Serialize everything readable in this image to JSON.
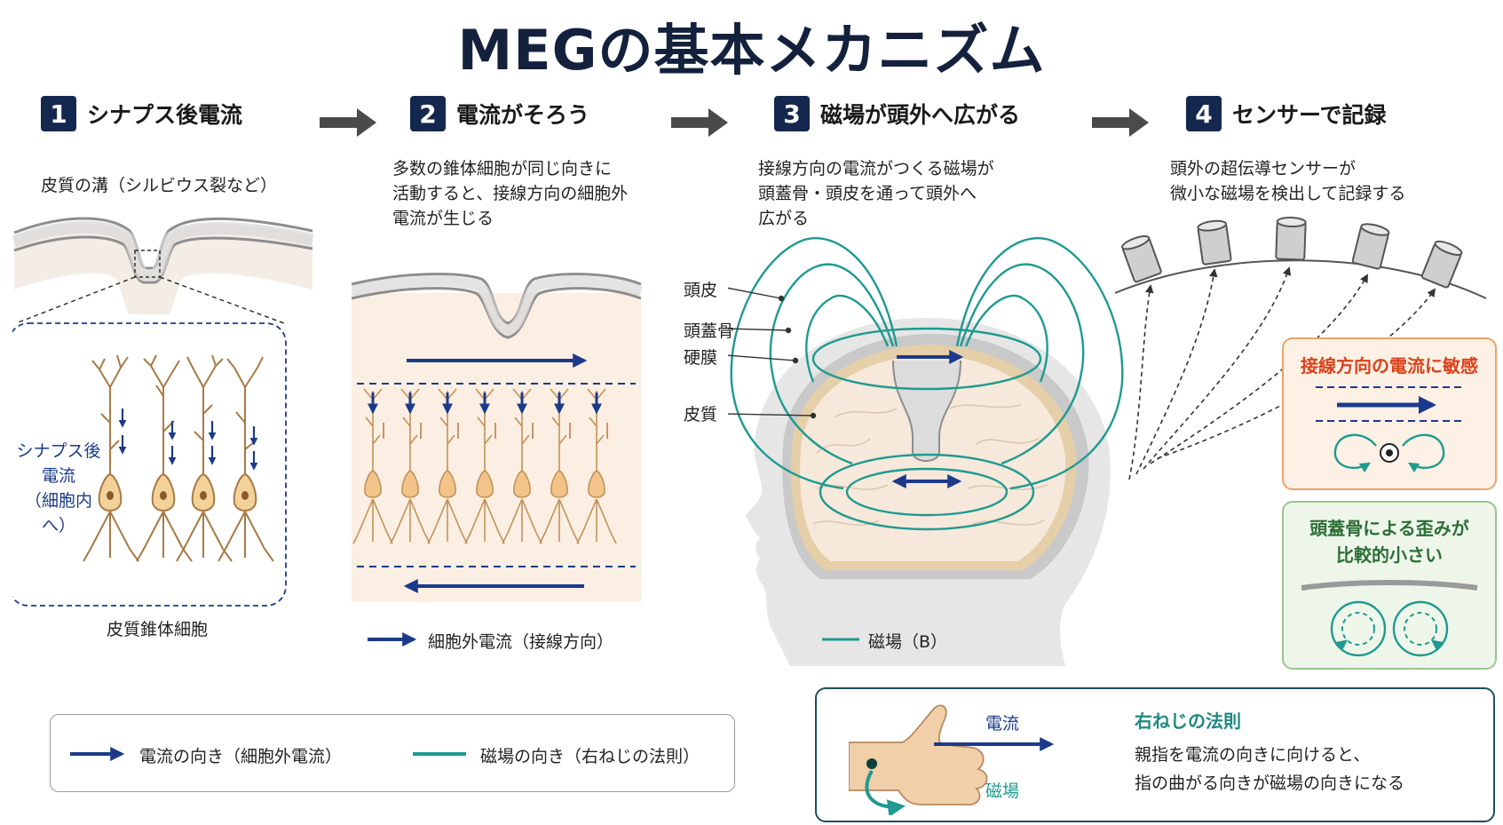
{
  "title": "MEGの基本メカニズム",
  "steps": [
    {
      "num": "1",
      "title": "シナプス後電流"
    },
    {
      "num": "2",
      "title": "電流がそろう"
    },
    {
      "num": "3",
      "title": "磁場が頭外へ広がる"
    },
    {
      "num": "4",
      "title": "センサーで記録"
    }
  ],
  "step1": {
    "subtitle": "皮質の溝（シルビウス裂など）",
    "inset_label_lines": [
      "シナプス後",
      "電流",
      "（細胞内へ）"
    ],
    "caption": "皮質錐体細胞"
  },
  "step2": {
    "desc_lines": [
      "多数の錐体細胞が同じ向きに",
      "活動すると、接線方向の細胞外",
      "電流が生じる"
    ],
    "legend": "細胞外電流（接線方向）"
  },
  "step3": {
    "desc_lines": [
      "接線方向の電流がつくる磁場が",
      "頭蓋骨・頭皮を通って頭外へ",
      "広がる"
    ],
    "layer_labels": [
      "頭皮",
      "頭蓋骨",
      "硬膜",
      "皮質"
    ],
    "legend": "磁場（B）"
  },
  "step4": {
    "desc_lines": [
      "頭外の超伝導センサーが",
      "微小な磁場を検出して記録する"
    ],
    "box_sensitive": "接線方向の電流に敏感",
    "box_skull_lines": [
      "頭蓋骨による歪みが",
      "比較的小さい"
    ]
  },
  "legend": {
    "current": "電流の向き（細胞外電流）",
    "field": "磁場の向き（右ねじの法則）"
  },
  "rule": {
    "current_label": "電流",
    "field_label": "磁場",
    "title": "右ねじの法則",
    "lines": [
      "親指を電流の向きに向けると、",
      "指の曲がる向きが磁場の向きになる"
    ]
  },
  "colors": {
    "navy": "#14274e",
    "arrow_blue": "#1c3a8a",
    "teal": "#1f9a90",
    "orange_box_bg": "#fdf0e4",
    "orange_box_border": "#e8a46a",
    "green_box_bg": "#eef6ea",
    "green_box_border": "#9cc48f",
    "red_text": "#d9431c",
    "green_text": "#2c6e36"
  }
}
